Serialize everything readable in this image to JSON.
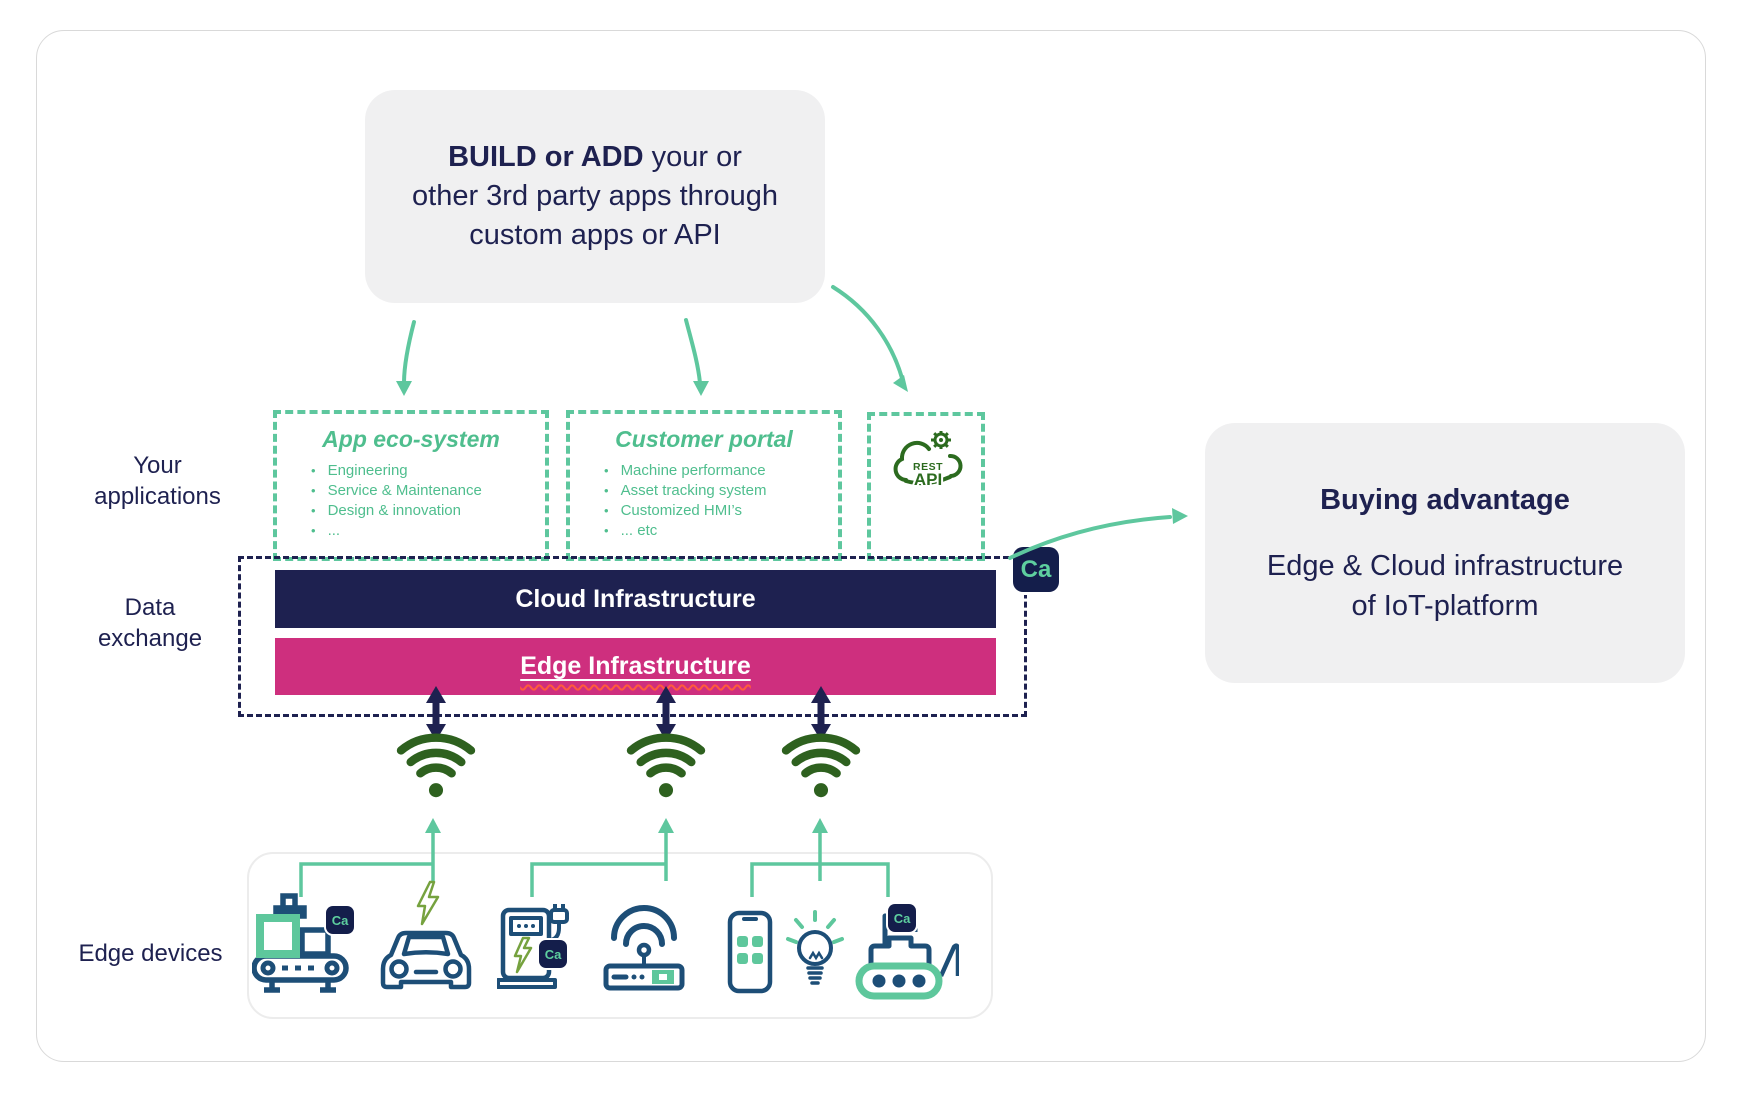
{
  "top_box": {
    "line1_bold": "BUILD or ADD",
    "line1_rest": " your or",
    "line2": "other 3rd party apps through",
    "line3": "custom apps or API"
  },
  "side_labels": {
    "your_applications_line1": "Your",
    "your_applications_line2": "applications",
    "data_exchange_line1": "Data",
    "data_exchange_line2": "exchange",
    "edge_devices": "Edge devices"
  },
  "app_eco_system": {
    "title": "App eco-system",
    "items": [
      "Engineering",
      "Service & Maintenance",
      "Design & innovation",
      "..."
    ]
  },
  "customer_portal": {
    "title": "Customer portal",
    "items": [
      "Machine performance",
      "Asset tracking system",
      "Customized HMI’s",
      "... etc"
    ]
  },
  "rest_api_icon": {
    "line1": "REST",
    "line2": "API"
  },
  "data_exchange_layers": {
    "cloud": "Cloud Infrastructure",
    "edge": "Edge Infrastructure"
  },
  "ca_badge": {
    "label": "Ca"
  },
  "buying_advantage": {
    "title": "Buying advantage",
    "body_line1": "Edge & Cloud infrastructure",
    "body_line2": "of IoT-platform"
  },
  "colors": {
    "navy": "#1e2150",
    "teal": "#5ec79e",
    "teal_text": "#4fbe8e",
    "magenta": "#ce2f7e",
    "wifi_green": "#2e611f",
    "api_green": "#2c6b1f",
    "bolt_green": "#76a23f",
    "icon_navy": "#1d4e77",
    "badge_navy": "#141e4b",
    "box_gray": "#f0f0f1"
  },
  "icons": [
    "rest-api-cloud-gear-icon",
    "wifi-icon",
    "double-arrow-icon",
    "conveyor-machine-icon",
    "car-icon",
    "lightning-icon",
    "ev-charger-icon",
    "router-icon",
    "smartphone-icon",
    "lightbulb-icon",
    "excavator-icon",
    "ca-badge"
  ]
}
